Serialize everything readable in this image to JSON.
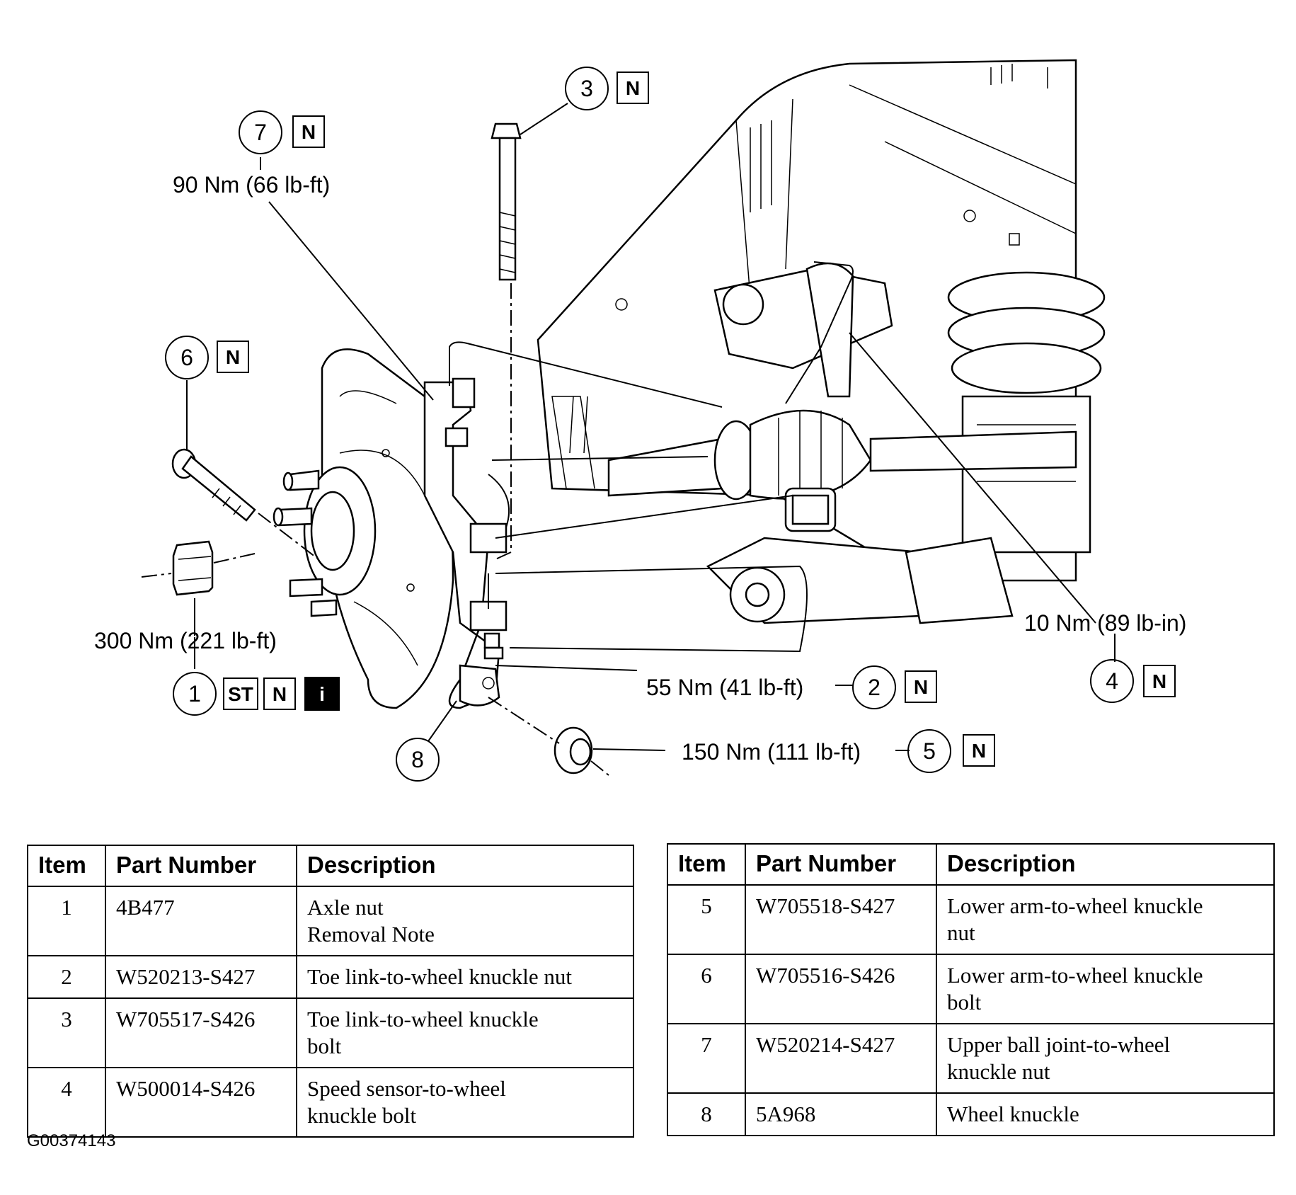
{
  "callouts": [
    {
      "item": "1",
      "torque": "300 Nm (221 lb-ft)",
      "tags": [
        "ST",
        "N",
        "i"
      ]
    },
    {
      "item": "2",
      "torque": "55 Nm (41 lb-ft)",
      "tags": [
        "N"
      ]
    },
    {
      "item": "3",
      "torque": "",
      "tags": [
        "N"
      ]
    },
    {
      "item": "4",
      "torque": "10 Nm (89 lb-in)",
      "tags": [
        "N"
      ]
    },
    {
      "item": "5",
      "torque": "150 Nm (111 lb-ft)",
      "tags": [
        "N"
      ]
    },
    {
      "item": "6",
      "torque": "",
      "tags": [
        "N"
      ]
    },
    {
      "item": "7",
      "torque": "90 Nm (66 lb-ft)",
      "tags": [
        "N"
      ]
    },
    {
      "item": "8",
      "torque": "",
      "tags": []
    }
  ],
  "table_headers": {
    "item": "Item",
    "part_number": "Part Number",
    "description": "Description"
  },
  "table_left": [
    {
      "item": "1",
      "part_number": "4B477",
      "description": [
        "Axle nut",
        "Removal Note"
      ]
    },
    {
      "item": "2",
      "part_number": "W520213-S427",
      "description": [
        "Toe link-to-wheel knuckle nut"
      ]
    },
    {
      "item": "3",
      "part_number": "W705517-S426",
      "description": [
        "Toe link-to-wheel knuckle",
        "bolt"
      ]
    },
    {
      "item": "4",
      "part_number": "W500014-S426",
      "description": [
        "Speed sensor-to-wheel",
        "knuckle bolt"
      ]
    }
  ],
  "table_right": [
    {
      "item": "5",
      "part_number": "W705518-S427",
      "description": [
        "Lower arm-to-wheel knuckle",
        "nut"
      ]
    },
    {
      "item": "6",
      "part_number": "W705516-S426",
      "description": [
        "Lower arm-to-wheel knuckle",
        "bolt"
      ]
    },
    {
      "item": "7",
      "part_number": "W520214-S427",
      "description": [
        "Upper ball joint-to-wheel",
        "knuckle nut"
      ]
    },
    {
      "item": "8",
      "part_number": "5A968",
      "description": [
        "Wheel knuckle"
      ]
    }
  ],
  "figure_id": "G00374143"
}
